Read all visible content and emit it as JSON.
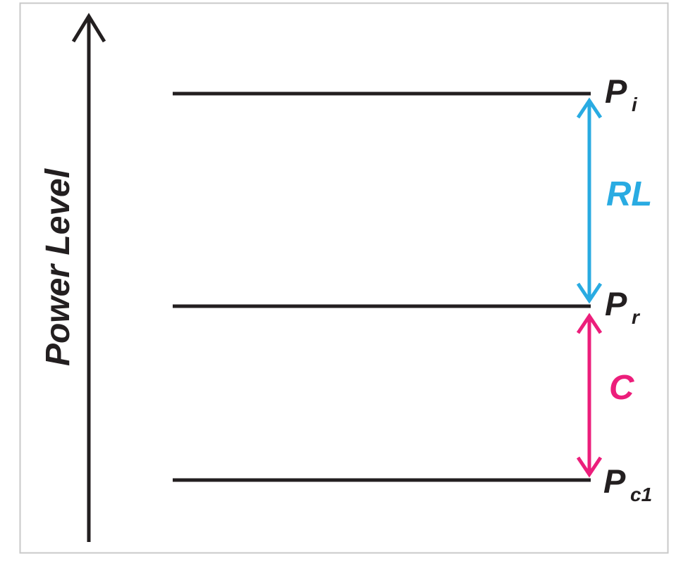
{
  "figure": {
    "axis": {
      "label": "Power Level"
    },
    "levels": [
      {
        "name": "incident-power-level",
        "base": "P",
        "sub": "i"
      },
      {
        "name": "reflected-power-level",
        "base": "P",
        "sub": "r"
      },
      {
        "name": "coupled-power-level",
        "base": "P",
        "sub": "c1"
      }
    ],
    "spans": [
      {
        "name": "return-loss",
        "label": "RL",
        "color": "#29abe2"
      },
      {
        "name": "coupling",
        "label": "C",
        "color": "#ec1e7b"
      }
    ],
    "colors": {
      "ink": "#231f20",
      "frame": "#c9c9c9",
      "background": "#ffffff"
    }
  }
}
